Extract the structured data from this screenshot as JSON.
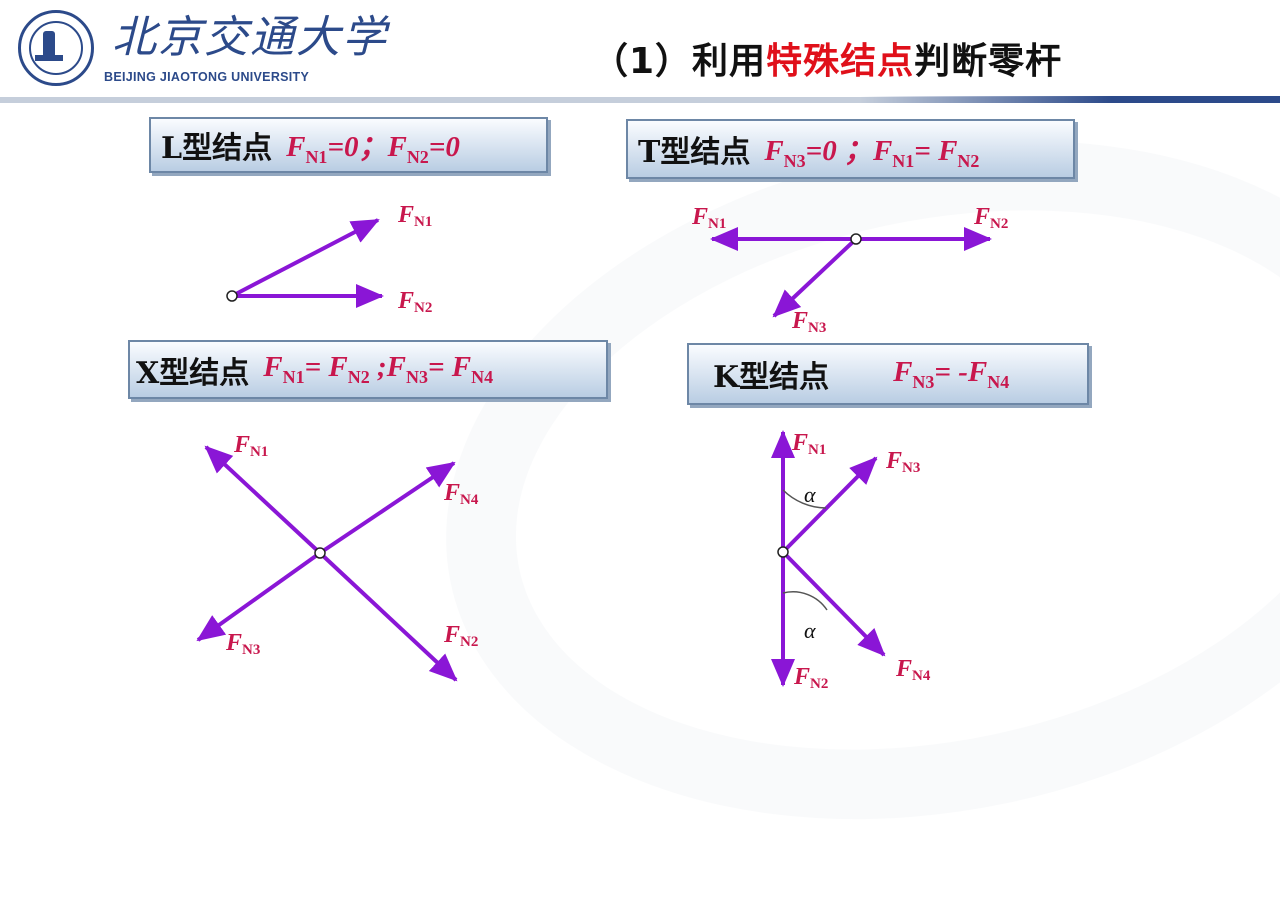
{
  "header": {
    "logo_cn": "北京交通大学",
    "logo_en": "BEIJING JIAOTONG UNIVERSITY",
    "title_prefix": "（1）利用",
    "title_highlight": "特殊结点",
    "title_suffix": "判断零杆"
  },
  "colors": {
    "arrow": "#8a16d6",
    "label": "#c8174d",
    "highlight": "#e0101a",
    "brand": "#2c4a8a"
  },
  "joints": {
    "L": {
      "name": "L型结点",
      "eq_parts": [
        "F",
        "N1",
        "=0；",
        "F",
        "N2",
        "=0"
      ],
      "forces": [
        {
          "main": "F",
          "sub": "N1"
        },
        {
          "main": "F",
          "sub": "N2"
        }
      ]
    },
    "T": {
      "name": "T型结点",
      "eq_parts": [
        "F",
        "N3",
        "=0 ；",
        "F",
        "N1",
        "= ",
        "F",
        "N2"
      ],
      "forces": [
        {
          "main": "F",
          "sub": "N1"
        },
        {
          "main": "F",
          "sub": "N2"
        },
        {
          "main": "F",
          "sub": "N3"
        }
      ]
    },
    "X": {
      "name": "X型结点",
      "eq_parts": [
        "F",
        "N1",
        "= ",
        "F",
        "N2",
        " ;",
        "F",
        "N3",
        "= ",
        "F",
        "N4"
      ],
      "forces": [
        {
          "main": "F",
          "sub": "N1"
        },
        {
          "main": "F",
          "sub": "N4"
        },
        {
          "main": "F",
          "sub": "N3"
        },
        {
          "main": "F",
          "sub": "N2"
        }
      ]
    },
    "K": {
      "name": "K型结点",
      "eq_parts": [
        "F",
        "N3",
        "= -",
        "F",
        "N4"
      ],
      "forces": [
        {
          "main": "F",
          "sub": "N1"
        },
        {
          "main": "F",
          "sub": "N3"
        },
        {
          "main": "F",
          "sub": "N2"
        },
        {
          "main": "F",
          "sub": "N4"
        }
      ],
      "angle_label": "α"
    }
  }
}
